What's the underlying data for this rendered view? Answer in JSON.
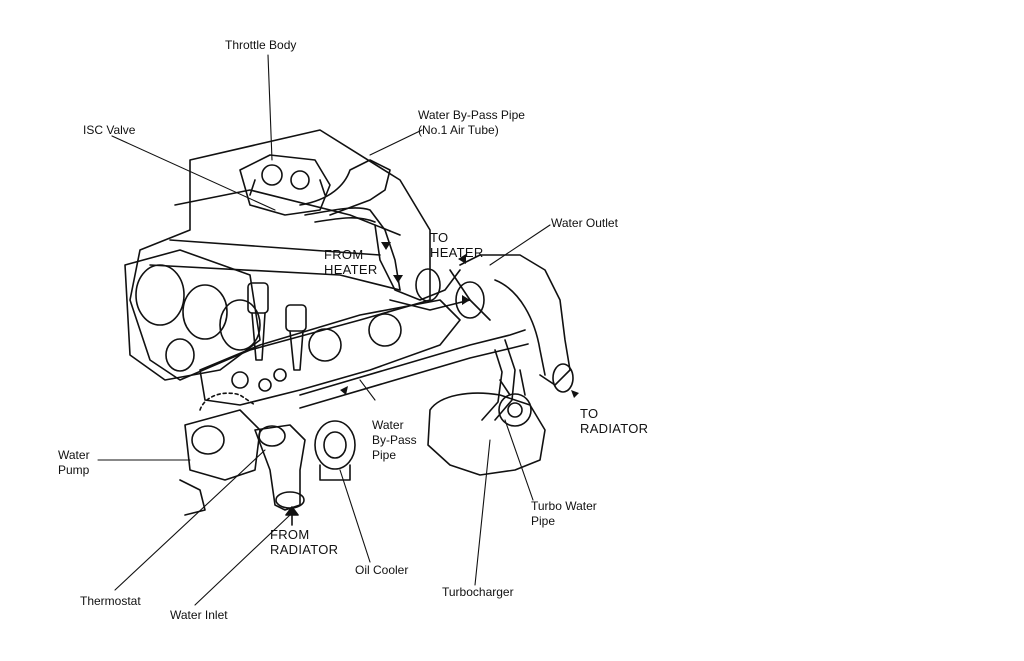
{
  "diagram": {
    "labels": {
      "throttle_body": "Throttle Body",
      "bypass_pipe_top_1": "Water By-Pass Pipe",
      "bypass_pipe_top_2": "(No.1 Air Tube)",
      "isc_valve": "ISC Valve",
      "water_outlet": "Water Outlet",
      "to_heater_1": "TO",
      "to_heater_2": "HEATER",
      "from_heater_1": "FROM",
      "from_heater_2": "HEATER",
      "to_radiator_1": "TO",
      "to_radiator_2": "RADIATOR",
      "water_bypass_1": "Water",
      "water_bypass_2": "By-Pass",
      "water_bypass_3": "Pipe",
      "water_pump_1": "Water",
      "water_pump_2": "Pump",
      "turbo_water_pipe_1": "Turbo Water",
      "turbo_water_pipe_2": "Pipe",
      "from_radiator_1": "FROM",
      "from_radiator_2": "RADIATOR",
      "oil_cooler": "Oil Cooler",
      "turbocharger": "Turbocharger",
      "thermostat": "Thermostat",
      "water_inlet": "Water Inlet"
    }
  }
}
